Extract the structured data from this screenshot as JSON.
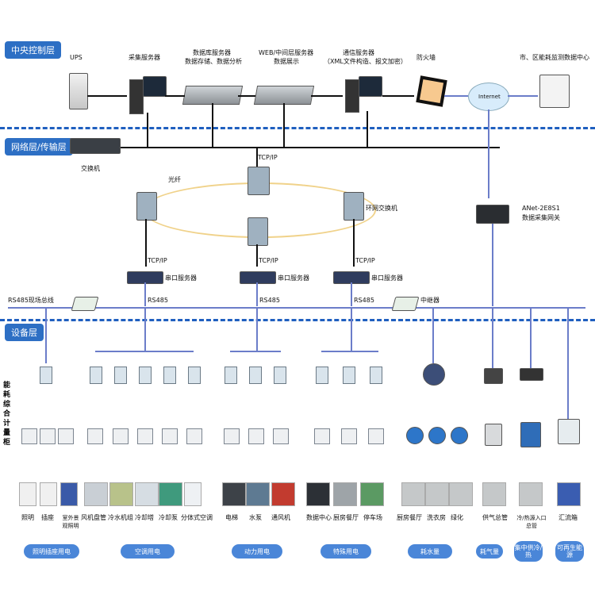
{
  "layers": {
    "central": "中央控制层",
    "network": "网络层/传输层",
    "device": "设备层"
  },
  "top_labels": {
    "ups": "UPS",
    "collect_server": "采集服务器",
    "db_server_1": "数据库服务器",
    "db_server_2": "数据存储、数据分析",
    "web_server_1": "WEB/中间层服务器",
    "web_server_2": "数据展示",
    "comm_server_1": "通信服务器",
    "comm_server_2": "（XML文件构造、报文加密）",
    "firewall": "防火墙",
    "internet": "Internet",
    "monitor_center": "市、区能耗监测数据中心"
  },
  "network_labels": {
    "switch": "交换机",
    "tcpip_top": "TCP/IP",
    "fiber": "光纤",
    "ring_switch": "环网交换机",
    "gateway_1": "ANet-2E8S1",
    "gateway_2": "数据采集网关",
    "tcpip_left": "TCP/IP",
    "tcpip_mid": "TCP/IP",
    "tcpip_right": "TCP/IP",
    "serial_1": "串口服务器",
    "serial_2": "串口服务器",
    "serial_3": "串口服务器",
    "rs485_bus": "RS485现场总线",
    "rs485_1": "RS485",
    "rs485_2": "RS485",
    "rs485_3": "RS485",
    "repeater": "中继器"
  },
  "side_label": "能耗综合计量柜",
  "end_items": [
    "照明",
    "插座",
    "室外景观照明",
    "风机盘管",
    "冷水机组",
    "冷却塔",
    "冷却泵",
    "分体式空调",
    "电梯",
    "水泵",
    "通风机",
    "数据中心",
    "厨房餐厅",
    "停车场",
    "厨房餐厅",
    "洗衣房",
    "绿化",
    "供气总管",
    "冷/热源入口总管",
    "汇流箱"
  ],
  "categories": [
    "照明插座用电",
    "空调用电",
    "动力用电",
    "特殊用电",
    "耗水量",
    "耗气量",
    "集中供冷/热",
    "可再生能源"
  ]
}
